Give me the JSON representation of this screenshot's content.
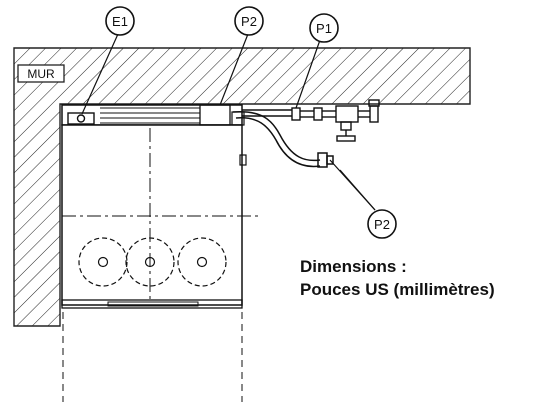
{
  "callouts": {
    "e1": "E1",
    "p2_top": "P2",
    "p1": "P1",
    "p2_bottom": "P2"
  },
  "wall_label": "MUR",
  "dimensions": {
    "line1": "Dimensions :",
    "line2": "Pouces US (millimètres)"
  }
}
